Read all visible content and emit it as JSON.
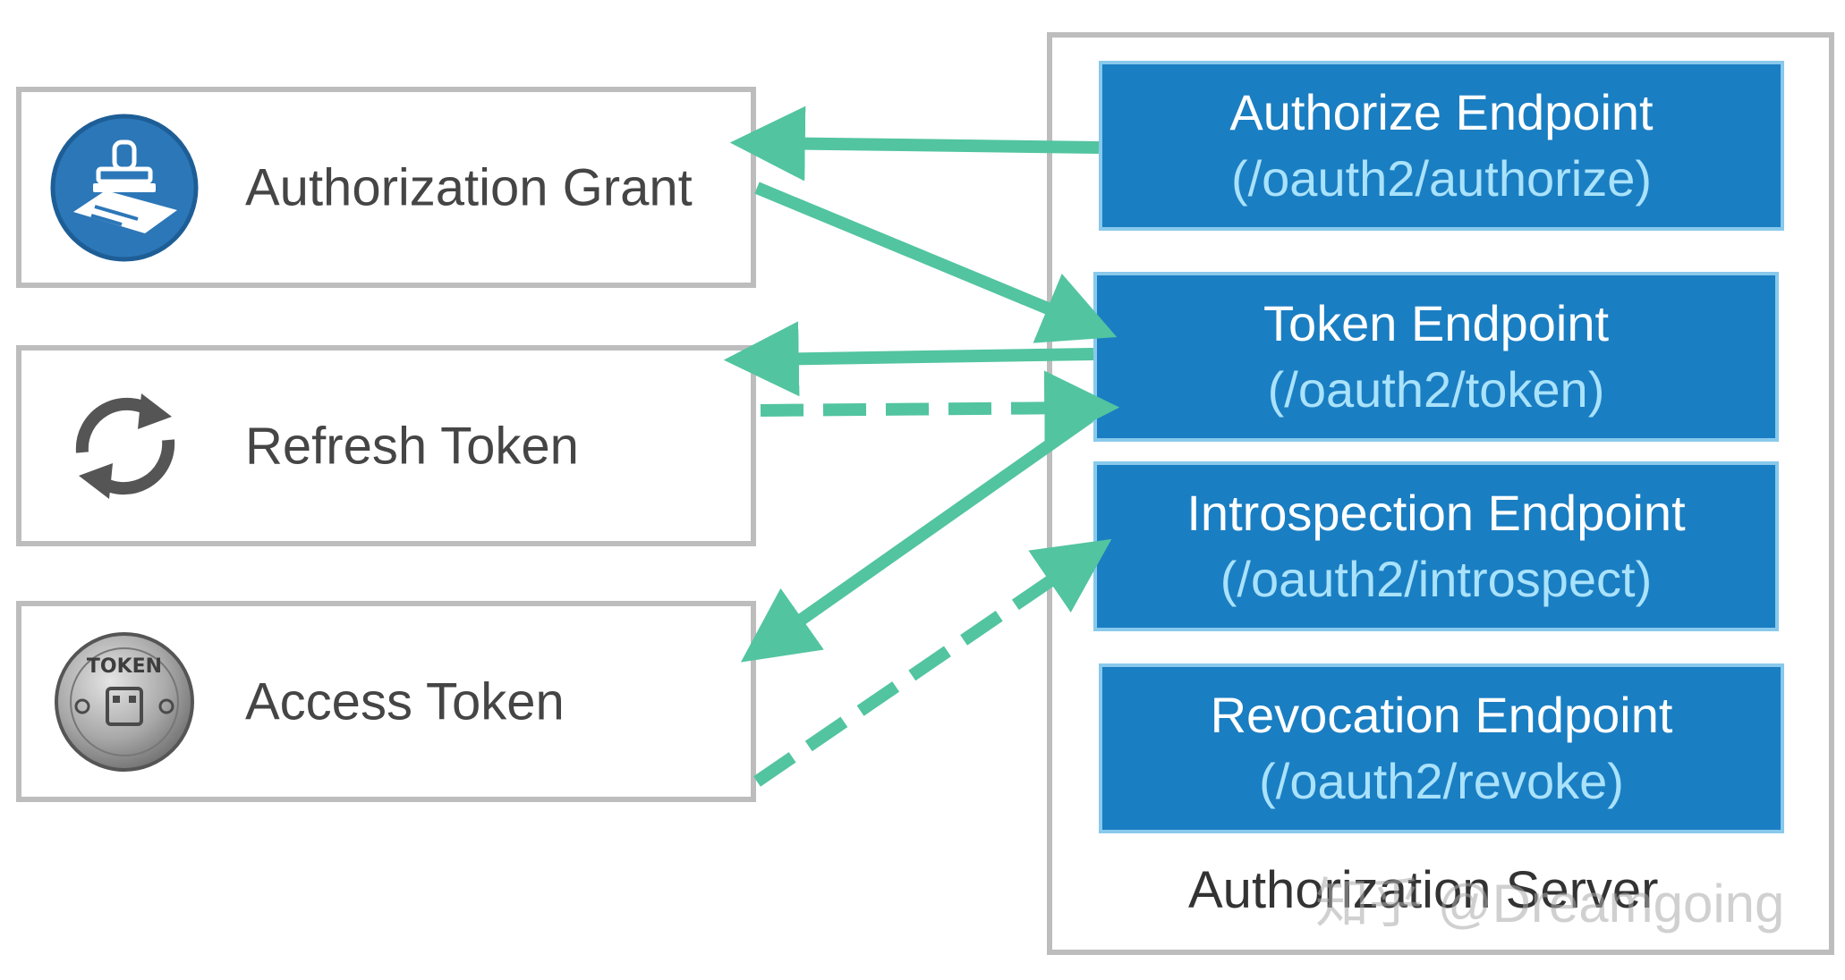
{
  "left_boxes": [
    {
      "label": "Authorization Grant",
      "icon": "stamp-icon"
    },
    {
      "label": "Refresh Token",
      "icon": "refresh-icon"
    },
    {
      "label": "Access Token",
      "icon": "token-coin-icon"
    }
  ],
  "token_coin_text": "TOKEN",
  "server": {
    "label": "Authorization Server",
    "endpoints": [
      {
        "name": "Authorize Endpoint",
        "path": "(/oauth2/authorize)"
      },
      {
        "name": "Token Endpoint",
        "path": "(/oauth2/token)"
      },
      {
        "name": "Introspection Endpoint",
        "path": "(/oauth2/introspect)"
      },
      {
        "name": "Revocation Endpoint",
        "path": "(/oauth2/revoke)"
      }
    ]
  },
  "watermark": "知乎 @Dreamgoing",
  "colors": {
    "arrow": "#52c4a0",
    "endpoint_fill": "#1a7ec2",
    "endpoint_border": "#89c9ec",
    "endpoint_path_text": "#a9e2fb",
    "box_border": "#bdbdbd",
    "stamp_circle": "#2c77b8"
  }
}
